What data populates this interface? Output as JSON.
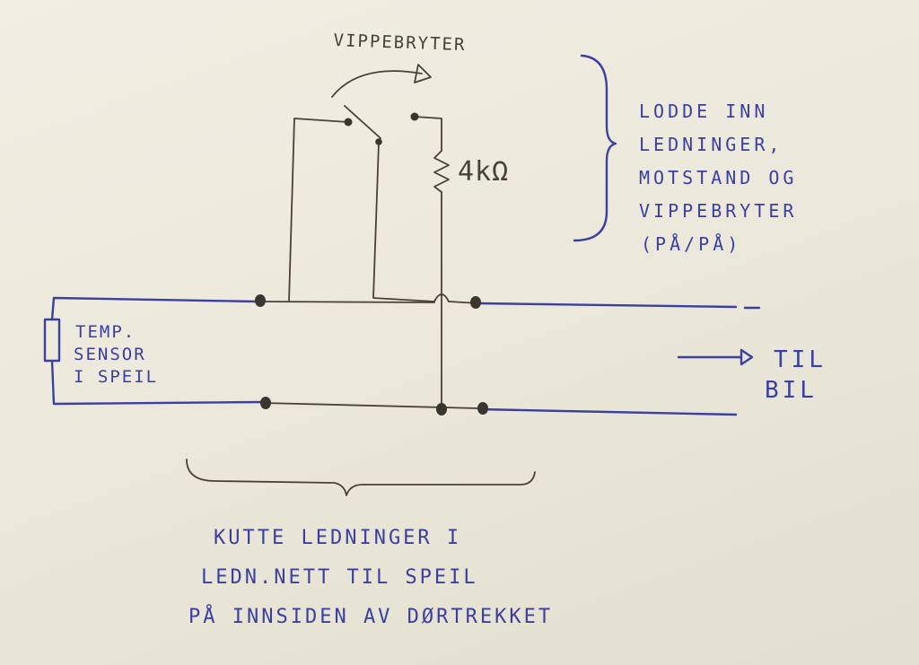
{
  "labels": {
    "switch": "VIPPEBRYTER",
    "resistor": "4kΩ",
    "instruction_solder": [
      "LODDE INN",
      "LEDNINGER,",
      "MOTSTAND OG",
      "VIPPEBRYTER",
      "(PÅ/PÅ)"
    ],
    "sensor": [
      "TEMP.",
      "SENSOR",
      "I SPEIL"
    ],
    "to_car": [
      "TIL",
      "BIL"
    ],
    "instruction_cut": [
      "KUTTE LEDNINGER I",
      "LEDN.NETT TIL SPEIL",
      "PÅ INNSIDEN AV DØRTREKKET"
    ]
  },
  "colors": {
    "ink_blue": "#3a3fa0",
    "ink_dark": "#4a4038",
    "paper": "#ece9dc"
  }
}
